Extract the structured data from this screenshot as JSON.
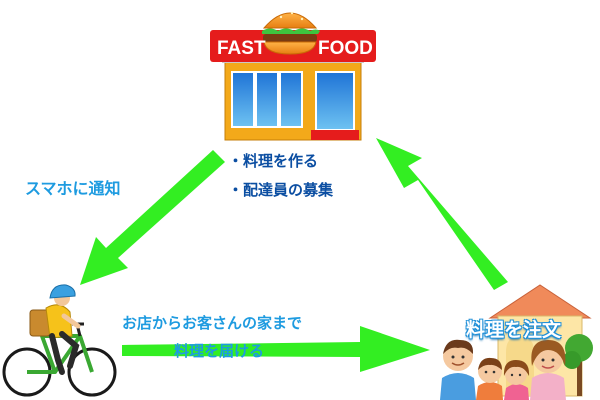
{
  "shop": {
    "sign_left": "FAST",
    "sign_right": "FOOD",
    "tasks": [
      "・料理を作る",
      "・配達員の募集"
    ]
  },
  "flows": {
    "notify": "スマホに通知",
    "delivery_line1": "お店からお客さんの家まで",
    "delivery_line2": "料理を届ける",
    "order": "料理を注文"
  },
  "colors": {
    "arrow": "#33ee22",
    "text_blue": "#1e9be0",
    "text_navy": "#0b4ea2",
    "sign_red": "#e51c1c",
    "roof": "#f08a5a"
  }
}
